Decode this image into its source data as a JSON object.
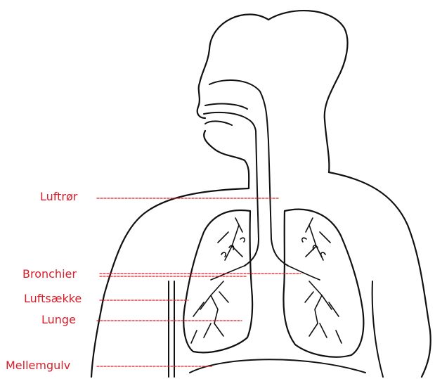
{
  "diagram": {
    "labels": {
      "trachea": "Luftrør",
      "bronchi": "Bronchier",
      "alveoli": "Luftsække",
      "lung": "Lunge",
      "diaphragm": "Mellemgulv"
    },
    "colors": {
      "label": "#d81e2a",
      "outline": "#111111",
      "background": "#ffffff"
    }
  }
}
